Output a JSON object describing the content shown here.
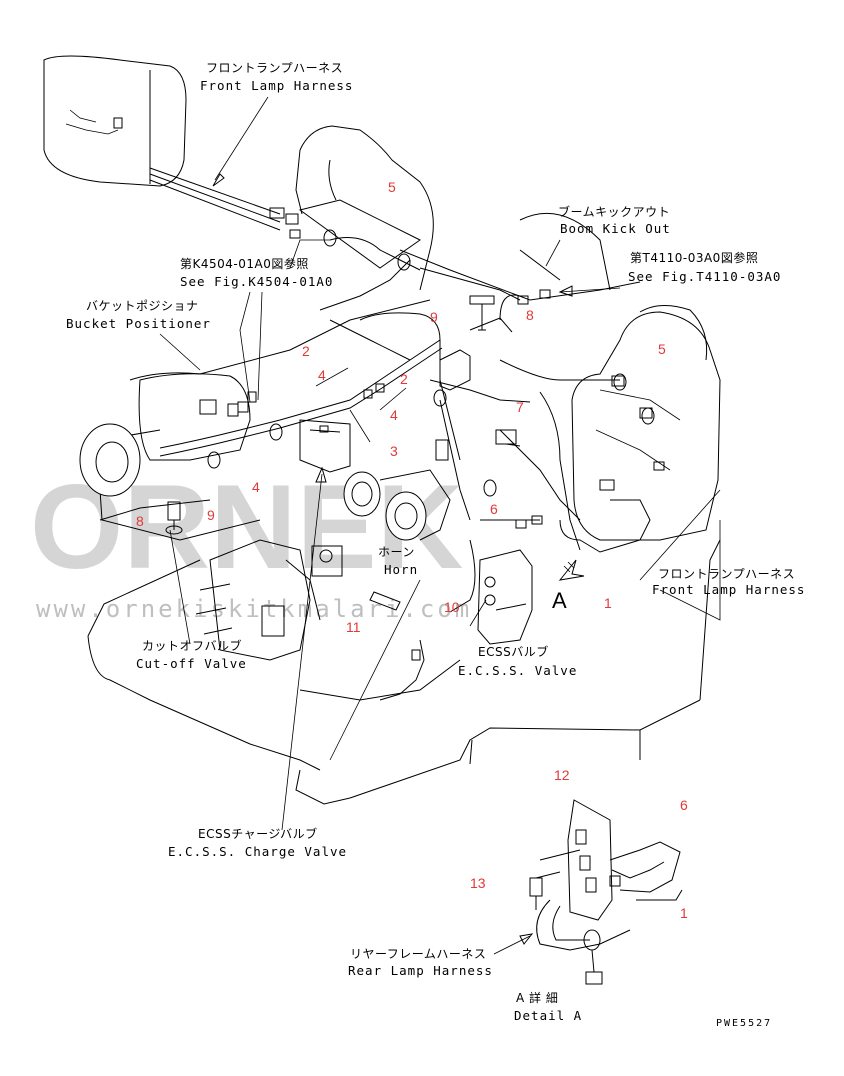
{
  "watermark": {
    "brand": "ORNEK",
    "url": "www.ornekiskitkmalari.com.tr"
  },
  "callouts": {
    "front_lamp_harness_top": {
      "jp": "フロントランプハーネス",
      "en": "Front Lamp Harness"
    },
    "see_fig_k4504": {
      "jp": "第K4504-01A0図参照",
      "en": "See Fig.K4504-01A0"
    },
    "bucket_positioner": {
      "jp": "バケットポジショナ",
      "en": "Bucket Positioner"
    },
    "boom_kick_out": {
      "jp": "ブームキックアウト",
      "en": "Boom Kick Out"
    },
    "see_fig_t4110": {
      "jp": "第T4110-03A0図参照",
      "en": "See Fig.T4110-03A0"
    },
    "horn": {
      "jp": "ホーン",
      "en": "Horn"
    },
    "ecss_valve": {
      "jp": "ECSSバルブ",
      "en": "E.C.S.S. Valve"
    },
    "front_lamp_harness_right": {
      "jp": "フロントランプハーネス",
      "en": "Front Lamp Harness"
    },
    "cut_off_valve": {
      "jp": "カットオフバルブ",
      "en": "Cut-off Valve"
    },
    "ecss_charge_valve": {
      "jp": "ECSSチャージバルブ",
      "en": "E.C.S.S. Charge Valve"
    },
    "rear_lamp_harness": {
      "jp": "リヤーフレームハーネス",
      "en": "Rear Lamp Harness"
    },
    "detail_a": {
      "jp": "A 詳 細",
      "en": "Detail A"
    }
  },
  "view_marker": "A",
  "drawing_code": "PWE5527",
  "part_numbers": {
    "p5a": "5",
    "p5b": "5",
    "p9a": "9",
    "p8a": "8",
    "p2a": "2",
    "p2b": "2",
    "p4a": "4",
    "p4b": "4",
    "p4c": "4",
    "p7": "7",
    "p3": "3",
    "p6a": "6",
    "p8b": "8",
    "p9b": "9",
    "p1a": "1",
    "p10": "10",
    "p11": "11",
    "p12": "12",
    "p6b": "6",
    "p13": "13",
    "p1b": "1"
  },
  "colors": {
    "callout_number": "#e03a3a",
    "line": "#000000",
    "watermark": "#c8c8c8"
  }
}
